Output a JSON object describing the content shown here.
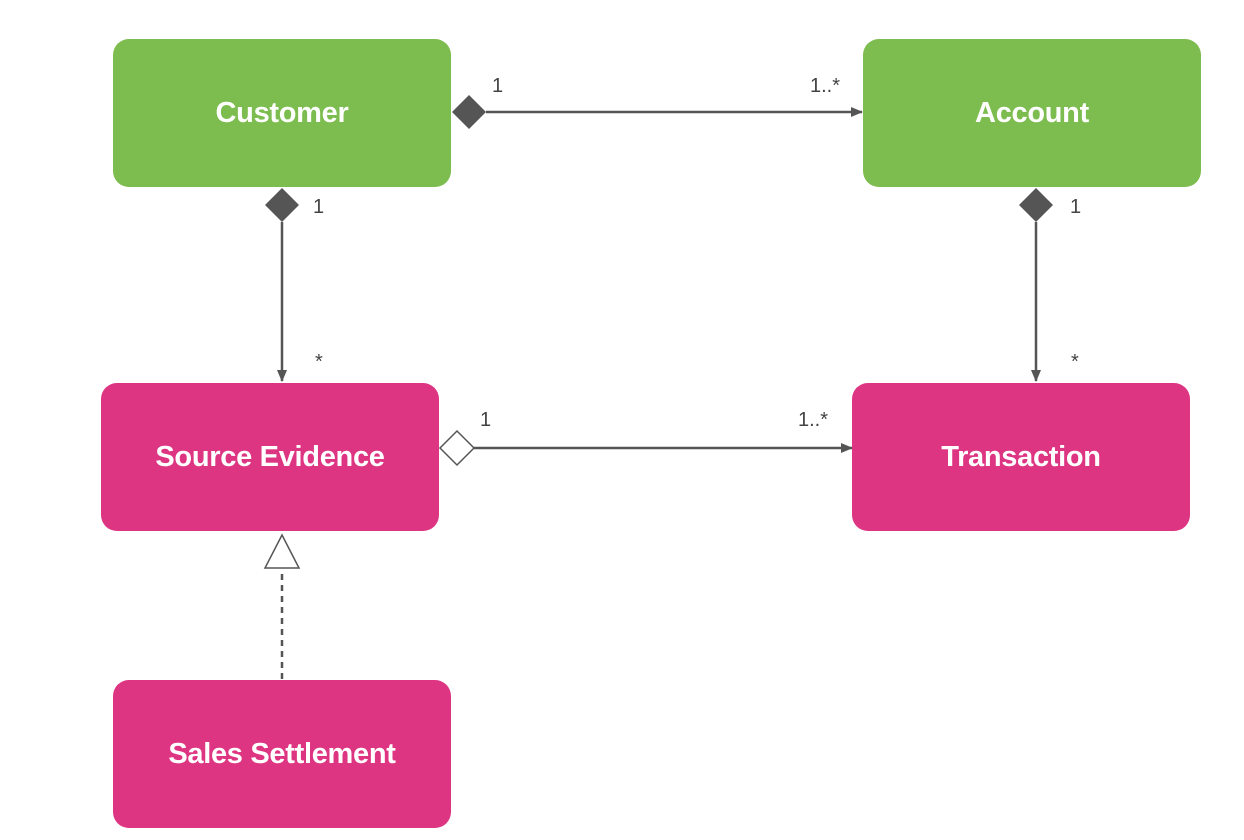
{
  "diagram": {
    "nodes": {
      "customer": {
        "label": "Customer",
        "color": "#7dbd4f"
      },
      "account": {
        "label": "Account",
        "color": "#7dbd4f"
      },
      "source_evidence": {
        "label": "Source Evidence",
        "color": "#de3583"
      },
      "transaction": {
        "label": "Transaction",
        "color": "#de3583"
      },
      "sales_settlement": {
        "label": "Sales Settlement",
        "color": "#de3583"
      }
    },
    "edges": {
      "customer_account": {
        "kind": "composition",
        "from": "Customer",
        "to": "Account",
        "source_multiplicity": "1",
        "target_multiplicity": "1..*"
      },
      "customer_source_evidence": {
        "kind": "composition",
        "from": "Customer",
        "to": "Source Evidence",
        "source_multiplicity": "1",
        "target_multiplicity": "*"
      },
      "account_transaction": {
        "kind": "composition",
        "from": "Account",
        "to": "Transaction",
        "source_multiplicity": "1",
        "target_multiplicity": "*"
      },
      "source_evidence_transaction": {
        "kind": "aggregation",
        "from": "Source Evidence",
        "to": "Transaction",
        "source_multiplicity": "1",
        "target_multiplicity": "1..*"
      },
      "sales_settlement_source_evidence": {
        "kind": "realization",
        "from": "Sales Settlement",
        "to": "Source Evidence"
      }
    },
    "line_color": "#555555"
  }
}
